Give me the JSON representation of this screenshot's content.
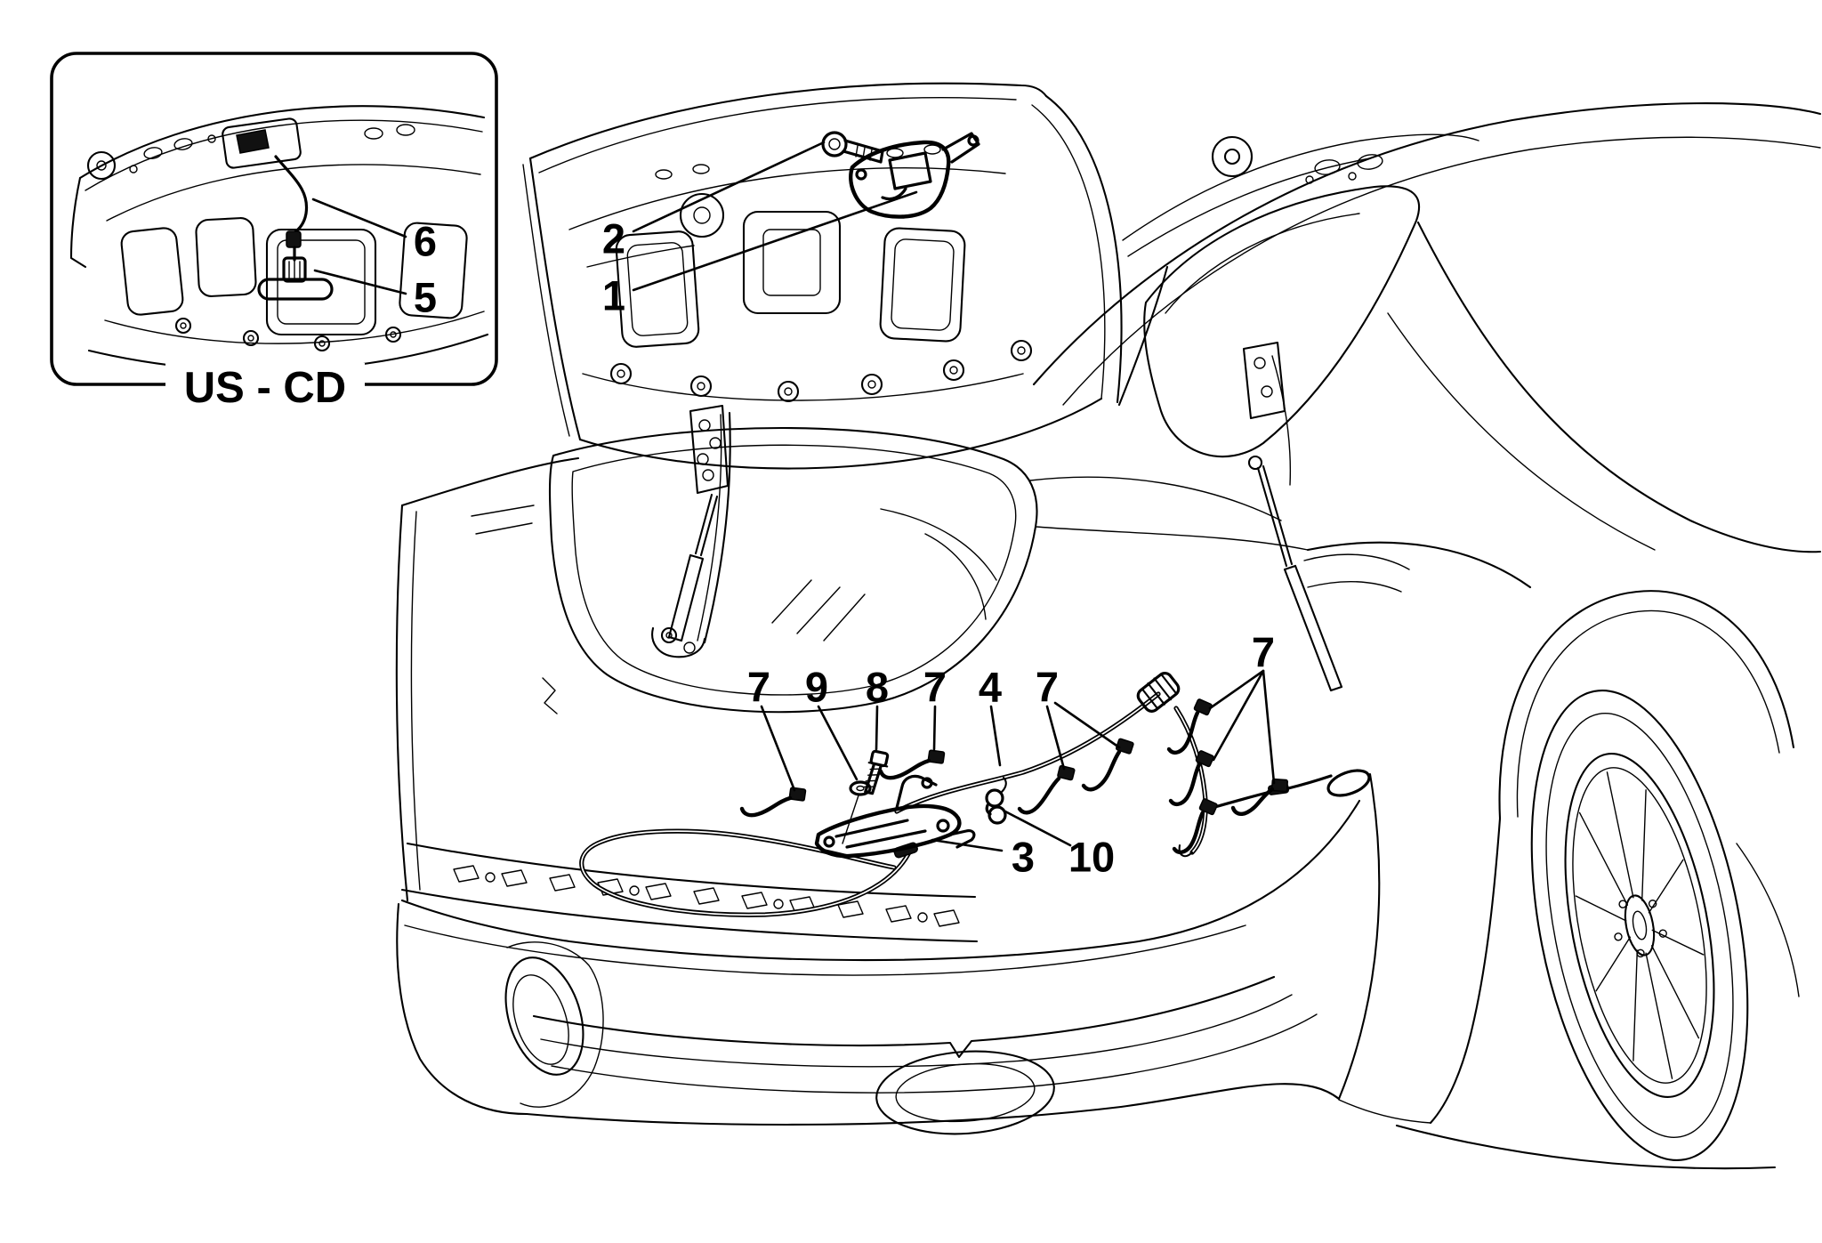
{
  "page": {
    "background": "#ffffff",
    "line_color": "#000000",
    "part_fill": "#111111"
  },
  "inset": {
    "caption": "US - CD",
    "callout_release_cable_inner": "6",
    "callout_emergency_handle": "5"
  },
  "main": {
    "callout_trunk_latch": "1",
    "callout_latch_bolt": "2",
    "callout_lock_actuator": "3",
    "callout_release_cable": "4",
    "callout_cable_clip": "7",
    "callout_screw": "8",
    "callout_washer": "9",
    "callout_cable_retainer": "10"
  }
}
